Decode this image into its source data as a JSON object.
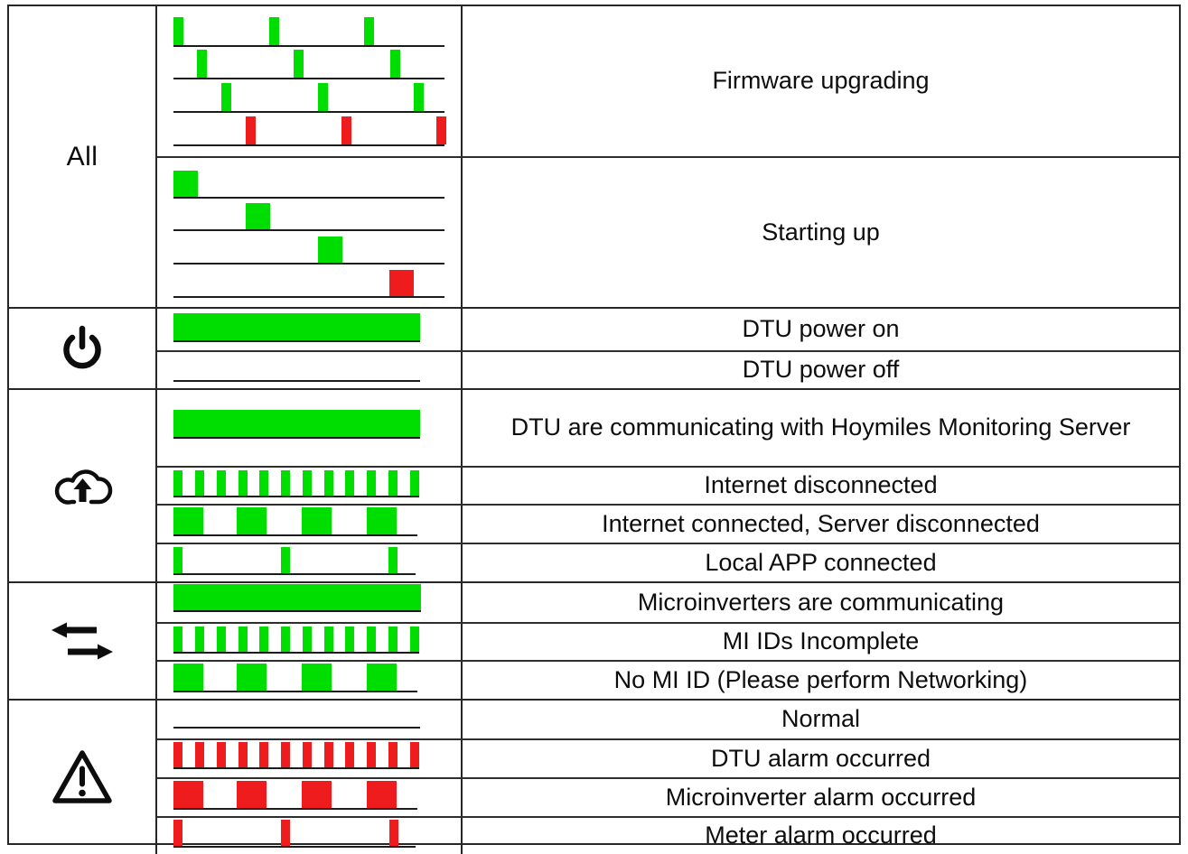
{
  "colors": {
    "green": "#00dd00",
    "red": "#ee1c1c",
    "baseline": "#1c1c1c"
  },
  "table": {
    "groups": [
      {
        "id": "all",
        "label": "All",
        "rows": [
          {
            "desc": "Firmware upgrading",
            "height": 166,
            "pattern": {
              "kind": "multiline",
              "trackW": 300,
              "barW": 11,
              "barH": 31,
              "baselines": [
                43,
                79,
                116,
                153
              ],
              "lines": [
                {
                  "color": "green",
                  "xs": [
                    0,
                    106,
                    211
                  ]
                },
                {
                  "color": "green",
                  "xs": [
                    26,
                    133,
                    240
                  ]
                },
                {
                  "color": "green",
                  "xs": [
                    53,
                    160,
                    266
                  ]
                },
                {
                  "color": "red",
                  "xs": [
                    80,
                    186,
                    291
                  ]
                }
              ]
            }
          },
          {
            "desc": "Starting up",
            "height": 167,
            "pattern": {
              "kind": "multiline",
              "trackW": 300,
              "barW": 27,
              "barH": 29,
              "baselines": [
                43,
                79,
                116,
                153
              ],
              "lines": [
                {
                  "color": "green",
                  "xs": [
                    0
                  ]
                },
                {
                  "color": "green",
                  "xs": [
                    80
                  ]
                },
                {
                  "color": "green",
                  "xs": [
                    160
                  ]
                },
                {
                  "color": "red",
                  "xs": [
                    239
                  ]
                }
              ]
            }
          }
        ]
      },
      {
        "id": "power",
        "icon": "power-icon",
        "rows": [
          {
            "desc": "DTU power on",
            "height": 46,
            "pattern": {
              "kind": "train",
              "color": "green",
              "trackW": 273,
              "barW": 273,
              "barH": 30,
              "xs": [
                0
              ]
            }
          },
          {
            "desc": "DTU power off",
            "height": 42,
            "pattern": {
              "kind": "train",
              "color": "green",
              "trackW": 273,
              "barW": 0,
              "barH": 0,
              "xs": []
            }
          }
        ]
      },
      {
        "id": "cloud",
        "icon": "cloud-upload-icon",
        "rows": [
          {
            "desc": "DTU are communicating with Hoymiles Monitoring Server",
            "height": 84,
            "pattern": {
              "kind": "train",
              "color": "green",
              "trackW": 273,
              "barW": 273,
              "barH": 30,
              "xs": [
                0
              ],
              "baseline": 52
            }
          },
          {
            "desc": "Internet disconnected",
            "height": 42,
            "pattern": {
              "kind": "train",
              "color": "green",
              "trackW": 272,
              "barW": 10,
              "barH": 28,
              "xs": [
                0,
                24,
                48,
                72,
                95,
                119,
                143,
                167,
                190,
                214,
                238,
                262
              ]
            }
          },
          {
            "desc": "Internet connected, Server disconnected",
            "height": 43,
            "pattern": {
              "kind": "train",
              "color": "green",
              "trackW": 270,
              "barW": 33,
              "barH": 30,
              "xs": [
                0,
                70,
                142,
                214
              ]
            }
          },
          {
            "desc": "Local APP connected",
            "height": 43,
            "pattern": {
              "kind": "train",
              "color": "green",
              "trackW": 268,
              "barW": 10,
              "barH": 29,
              "xs": [
                0,
                119,
                238
              ]
            }
          }
        ]
      },
      {
        "id": "mi",
        "icon": "exchange-arrows-icon",
        "rows": [
          {
            "desc": "Microinverters are communicating",
            "height": 43,
            "pattern": {
              "kind": "train",
              "color": "green",
              "trackW": 274,
              "barW": 274,
              "barH": 29,
              "xs": [
                0
              ],
              "baseline": 30
            }
          },
          {
            "desc": "MI IDs Incomplete",
            "height": 42,
            "pattern": {
              "kind": "train",
              "color": "green",
              "trackW": 272,
              "barW": 10,
              "barH": 28,
              "xs": [
                0,
                24,
                48,
                72,
                95,
                119,
                143,
                167,
                190,
                214,
                238,
                262
              ]
            }
          },
          {
            "desc": "No MI ID (Please perform Networking)",
            "height": 43,
            "pattern": {
              "kind": "train",
              "color": "green",
              "trackW": 270,
              "barW": 33,
              "barH": 30,
              "xs": [
                0,
                70,
                142,
                214
              ]
            }
          }
        ]
      },
      {
        "id": "alarm",
        "icon": "warning-icon",
        "rows": [
          {
            "desc": "Normal",
            "height": 42,
            "pattern": {
              "kind": "train",
              "color": "red",
              "trackW": 273,
              "barW": 0,
              "barH": 0,
              "xs": [],
              "baseline": 29
            }
          },
          {
            "desc": "DTU alarm occurred",
            "height": 43,
            "pattern": {
              "kind": "train",
              "color": "red",
              "trackW": 272,
              "barW": 10,
              "barH": 28,
              "xs": [
                0,
                24,
                48,
                72,
                95,
                119,
                143,
                167,
                190,
                214,
                238,
                262
              ],
              "baseline": 30
            }
          },
          {
            "desc": "Microinverter alarm occurred",
            "height": 43,
            "pattern": {
              "kind": "train",
              "color": "red",
              "trackW": 270,
              "barW": 33,
              "barH": 30,
              "xs": [
                0,
                70,
                142,
                214
              ]
            }
          },
          {
            "desc": "Meter alarm occurred",
            "height": 42,
            "pattern": {
              "kind": "train",
              "color": "red",
              "trackW": 268,
              "barW": 10,
              "barH": 29,
              "xs": [
                0,
                119,
                239
              ]
            }
          }
        ]
      }
    ]
  }
}
